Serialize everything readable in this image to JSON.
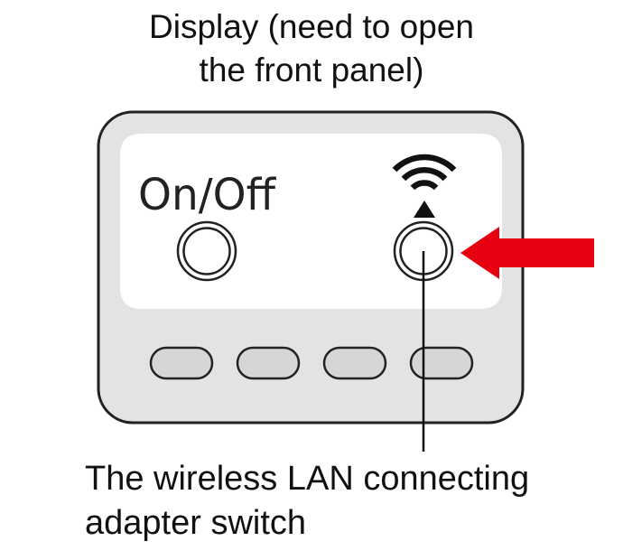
{
  "display_label": {
    "lines": [
      "Display (need to open",
      "the front panel)"
    ]
  },
  "panel": {
    "power_label": "On/Off",
    "wireless_icon": "wifi-icon",
    "pointer_arrow_icon": "red-arrow-left-icon",
    "colors": {
      "panel_body": "#e3e3e3",
      "display_area": "#ffffff",
      "outline": "#222222",
      "arrow": "#e60012"
    }
  },
  "switch_label": {
    "lines": [
      "The wireless LAN connecting",
      "adapter switch"
    ]
  }
}
